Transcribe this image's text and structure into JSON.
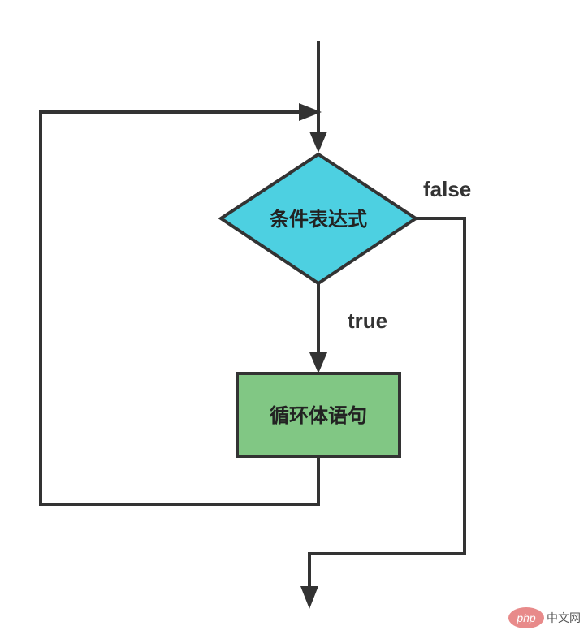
{
  "diagram": {
    "colors": {
      "line": "#333333",
      "decision_fill": "#4dd0e1",
      "process_fill": "#81c784",
      "text": "#222222"
    },
    "nodes": {
      "decision": {
        "label": "条件表达式",
        "shape": "diamond"
      },
      "process": {
        "label": "循环体语句",
        "shape": "rectangle"
      }
    },
    "edges": {
      "true_label": "true",
      "false_label": "false"
    }
  },
  "watermark": {
    "logo_text": "php",
    "site_text": "中文网"
  }
}
